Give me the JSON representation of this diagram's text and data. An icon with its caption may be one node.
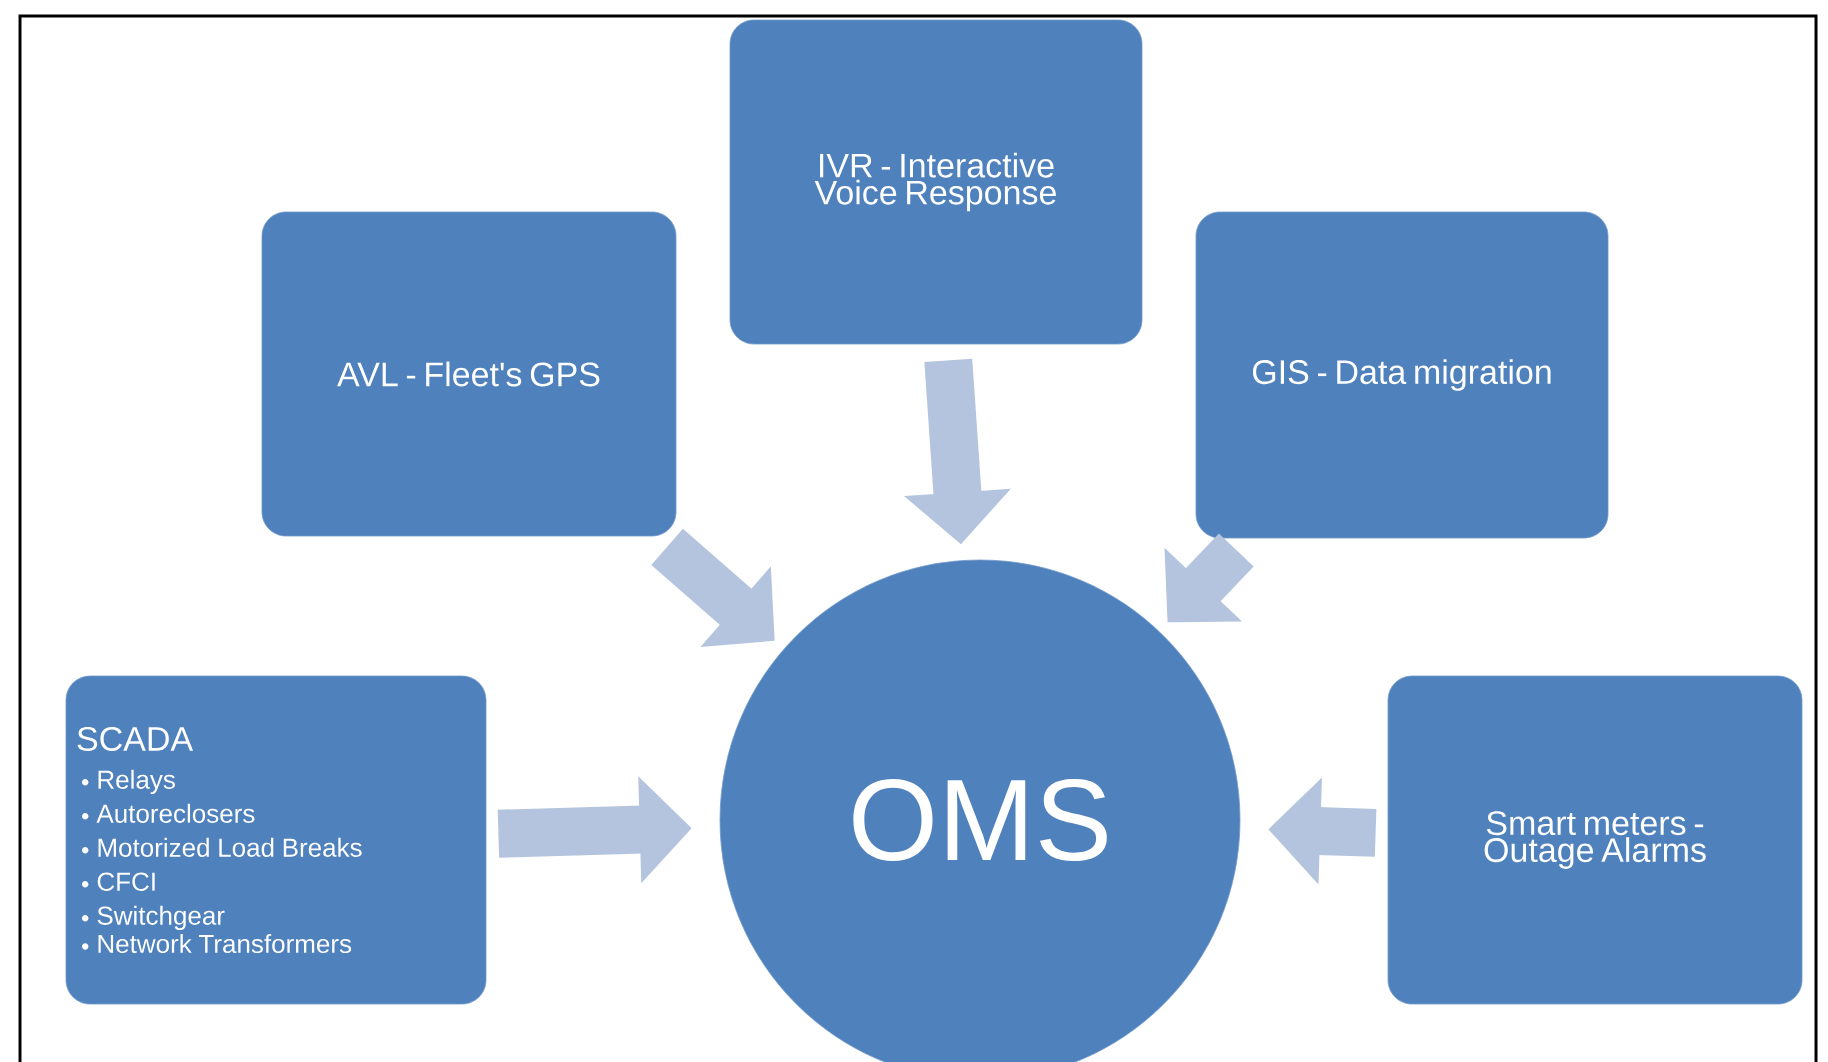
{
  "diagram": {
    "nodes": [
      {
        "text": [
          "IVR - Interactive Voice Response"
        ]
      },
      {
        "text": [
          "AVL - Fleet's GPS"
        ]
      },
      {
        "text": [
          "GIS - Data migration"
        ]
      },
      {
        "text": [
          "SCADA",
          "Relays",
          "Autoreclosers",
          "Motorized Load Breaks",
          "CFCI",
          "Switchgear",
          "Network Transformers"
        ]
      },
      {
        "text": [
          "OMS"
        ]
      },
      {
        "text": [
          "Smart meters - Outage Alarms"
        ]
      }
    ],
    "edges": [
      {
        "from": 0,
        "to": 4,
        "arrow": "to"
      },
      {
        "from": 1,
        "to": 4,
        "arrow": "to"
      },
      {
        "from": 2,
        "to": 4,
        "arrow": "to"
      },
      {
        "from": 3,
        "to": 4,
        "arrow": "to"
      },
      {
        "from": 5,
        "to": 4,
        "arrow": "to"
      }
    ]
  }
}
